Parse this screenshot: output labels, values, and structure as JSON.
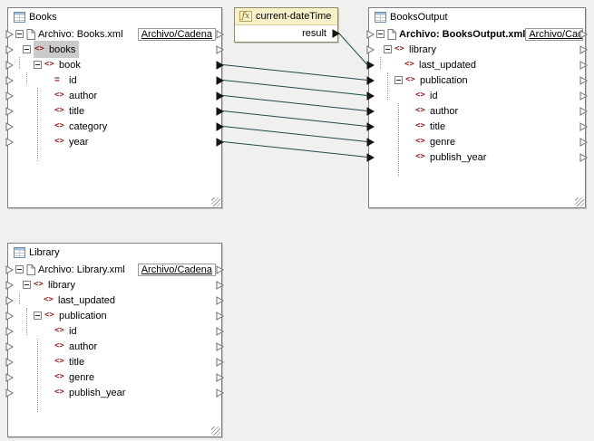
{
  "colors": {
    "wire": "#1d4b4b",
    "element_icon": "#8b1a1a",
    "selection": "#cbcbcb",
    "function_header": "#f8f0c8"
  },
  "books": {
    "title": "Books",
    "file_label": "Archivo: Books.xml",
    "file_button": "Archivo/Cadena",
    "nodes": {
      "books": "books",
      "book": "book",
      "id": "id",
      "author": "author",
      "title": "title",
      "category": "category",
      "year": "year"
    }
  },
  "fn": {
    "title": "current-dateTime",
    "result": "result"
  },
  "out": {
    "title": "BooksOutput",
    "file_label": "Archivo: BooksOutput.xml",
    "file_button": "Archivo/Cadena",
    "nodes": {
      "library": "library",
      "last_updated": "last_updated",
      "publication": "publication",
      "id": "id",
      "author": "author",
      "title": "title",
      "genre": "genre",
      "publish_year": "publish_year"
    }
  },
  "lib": {
    "title": "Library",
    "file_label": "Archivo: Library.xml",
    "file_button": "Archivo/Cadena",
    "nodes": {
      "library": "library",
      "last_updated": "last_updated",
      "publication": "publication",
      "id": "id",
      "author": "author",
      "title": "title",
      "genre": "genre",
      "publish_year": "publish_year"
    }
  },
  "connections": [
    {
      "from": "fn.result.out",
      "to": "out.last_updated.in"
    },
    {
      "from": "books.book.out",
      "to": "out.publication.in"
    },
    {
      "from": "books.id.out",
      "to": "out.id.in"
    },
    {
      "from": "books.author.out",
      "to": "out.author.in"
    },
    {
      "from": "books.title.out",
      "to": "out.title.in"
    },
    {
      "from": "books.category.out",
      "to": "out.genre.in"
    },
    {
      "from": "books.year.out",
      "to": "out.publish_year.in"
    }
  ]
}
